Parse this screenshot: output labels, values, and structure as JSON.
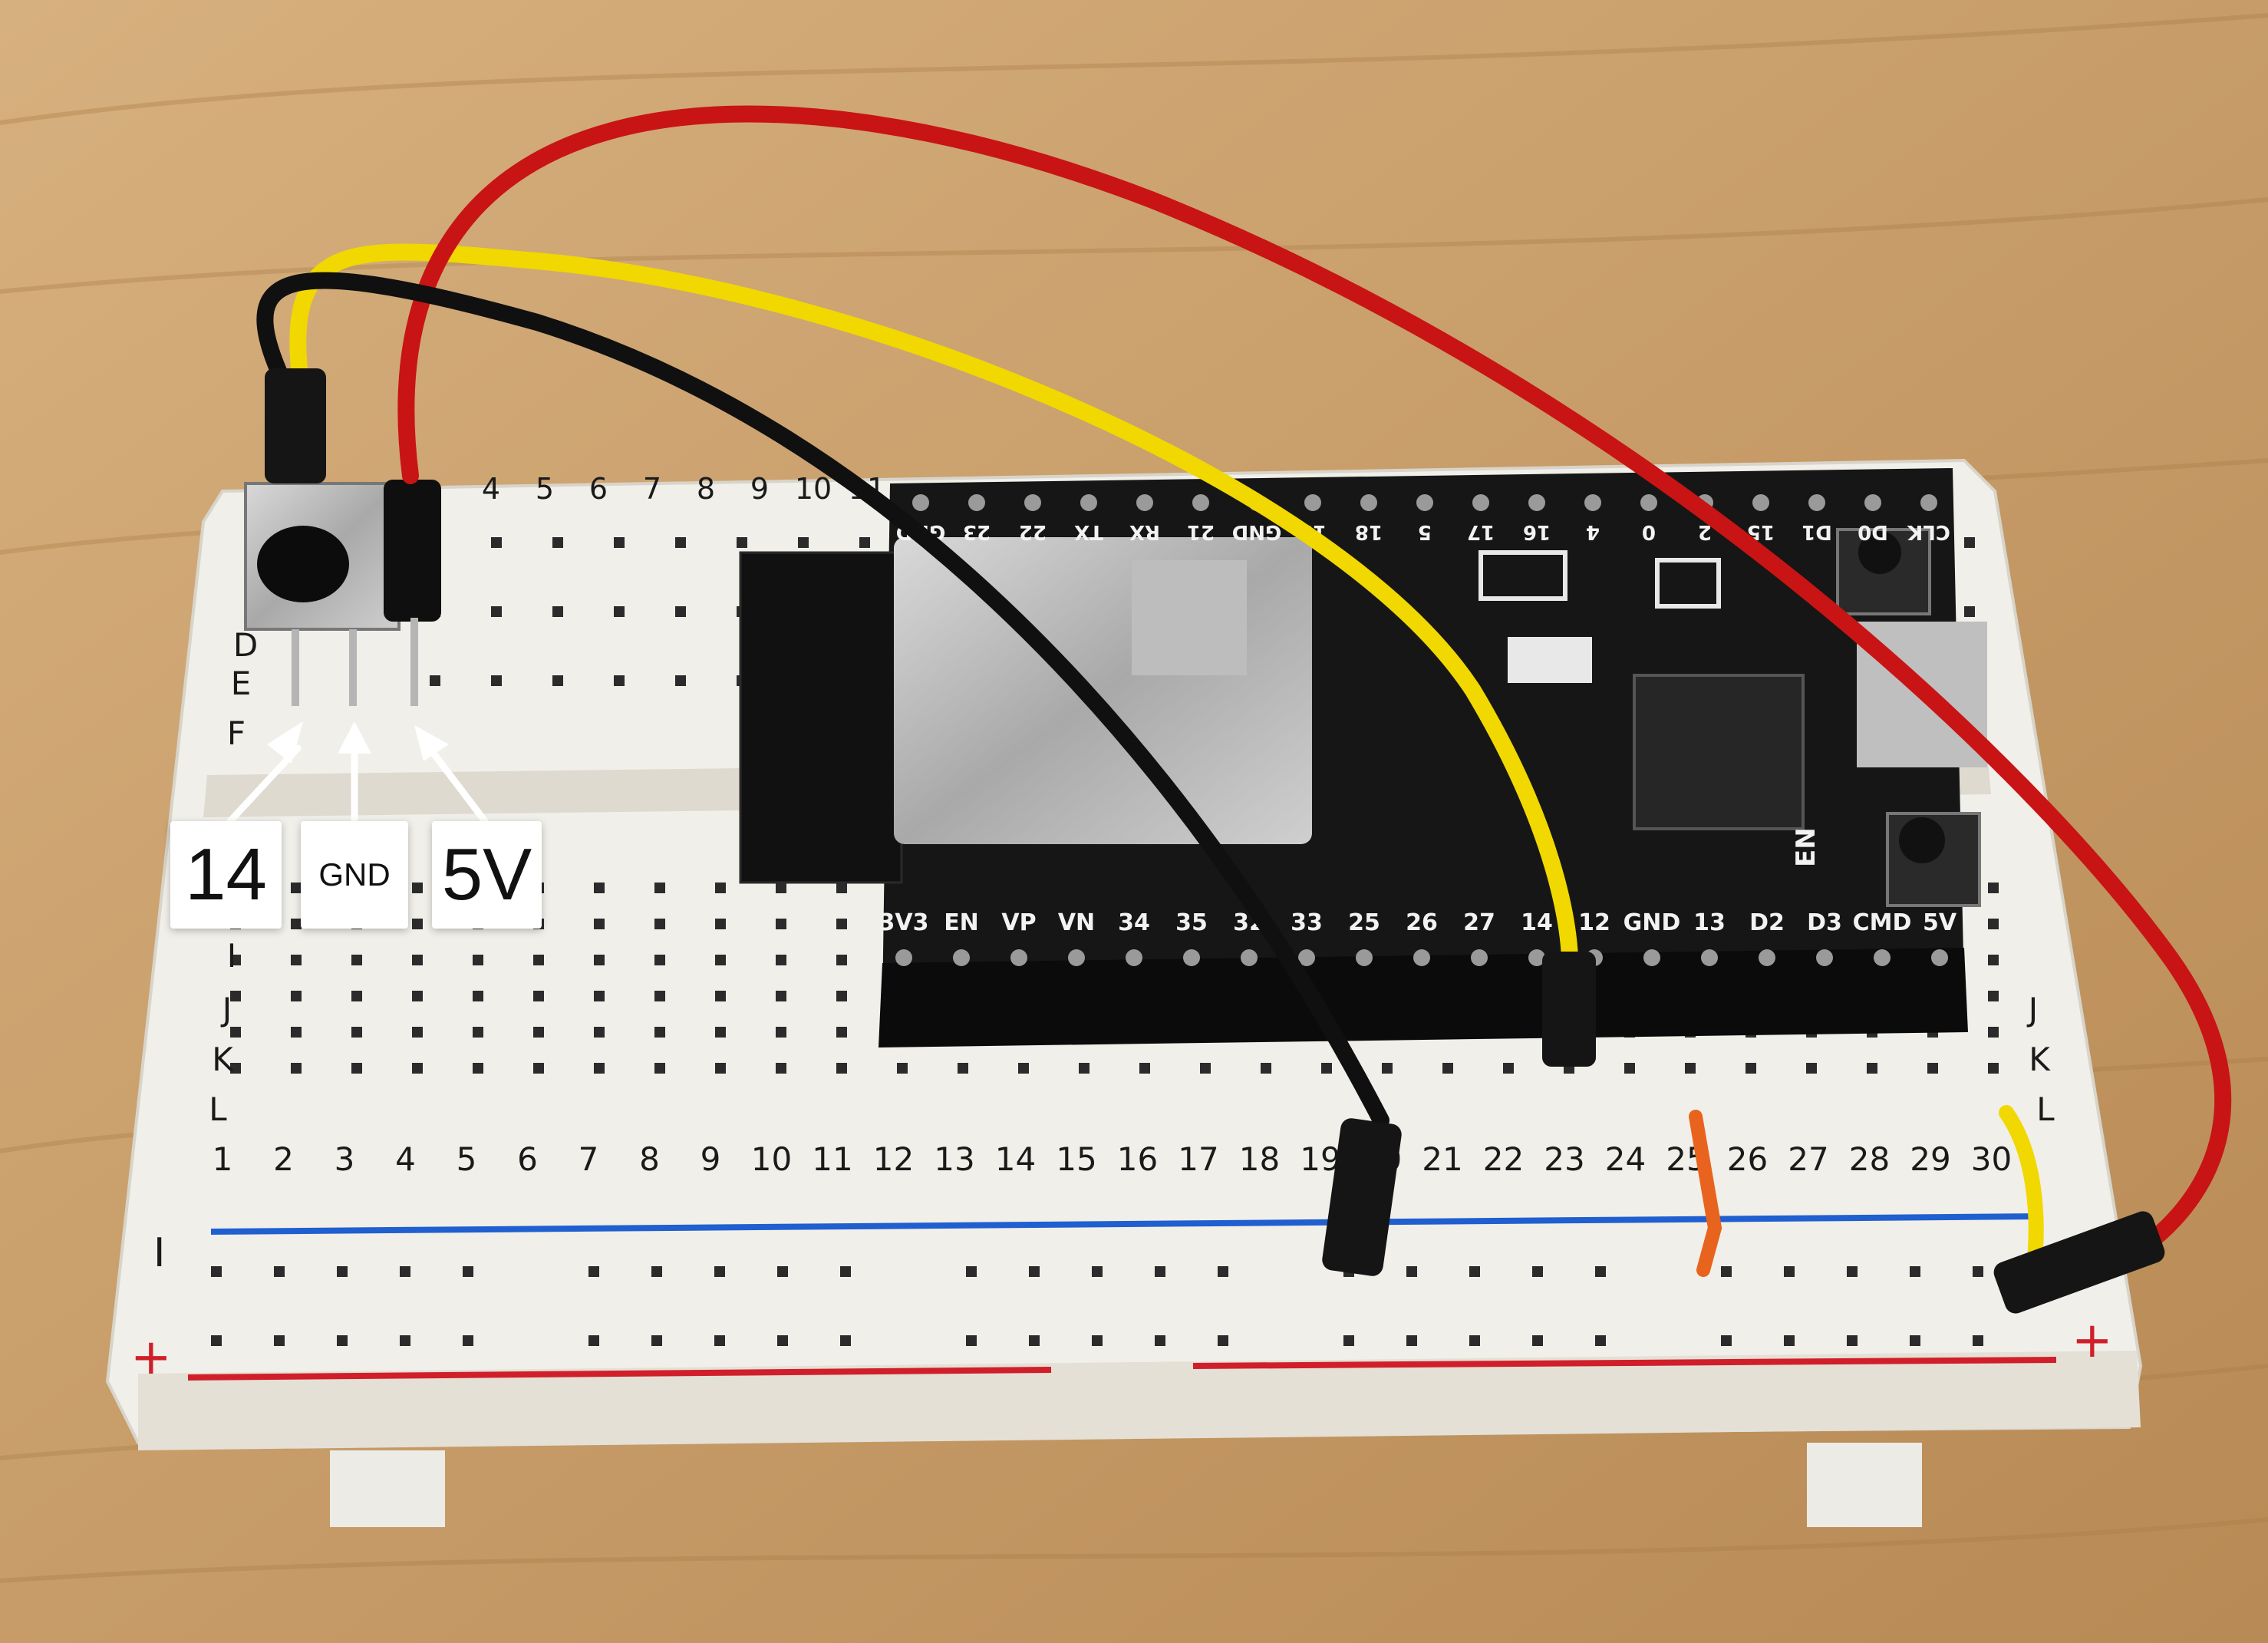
{
  "callouts": {
    "pin_14": "14",
    "pin_gnd": "GND",
    "pin_5v": "5V"
  },
  "breadboard": {
    "bottom_columns": [
      "1",
      "2",
      "3",
      "4",
      "5",
      "6",
      "7",
      "8",
      "9",
      "10",
      "11",
      "12",
      "13",
      "14",
      "15",
      "16",
      "17",
      "18",
      "19",
      "20",
      "21",
      "22",
      "23",
      "24",
      "25",
      "26",
      "27",
      "28",
      "29",
      "30"
    ],
    "top_columns": [
      "4",
      "5",
      "6",
      "7",
      "8",
      "9",
      "10",
      "11"
    ],
    "row_letters_left": [
      "D",
      "E",
      "F",
      "I",
      "J",
      "K",
      "L"
    ],
    "row_letters_right": [
      "J",
      "K",
      "L"
    ],
    "rail_minus": "I",
    "rail_plus": "+"
  },
  "esp32": {
    "top_pins": [
      "GND",
      "23",
      "22",
      "TX",
      "RX",
      "21",
      "GND",
      "19",
      "18",
      "5",
      "17",
      "16",
      "4",
      "0",
      "2",
      "15",
      "D1",
      "D0",
      "CLK"
    ],
    "bottom_pins": [
      "3V3",
      "EN",
      "VP",
      "VN",
      "34",
      "35",
      "32",
      "33",
      "25",
      "26",
      "27",
      "14",
      "12",
      "GND",
      "13",
      "D2",
      "D3",
      "CMD",
      "5V"
    ],
    "en_label": "EN"
  },
  "colors": {
    "wood": "#c9a06e",
    "breadboard": "#f1efe9",
    "board_pcb": "#161616",
    "wire_red": "#c81414",
    "wire_yellow": "#f0d800",
    "wire_black": "#101010",
    "wire_orange": "#e8641e",
    "rail_blue": "#1f5fd0",
    "rail_red": "#d01f2a"
  }
}
